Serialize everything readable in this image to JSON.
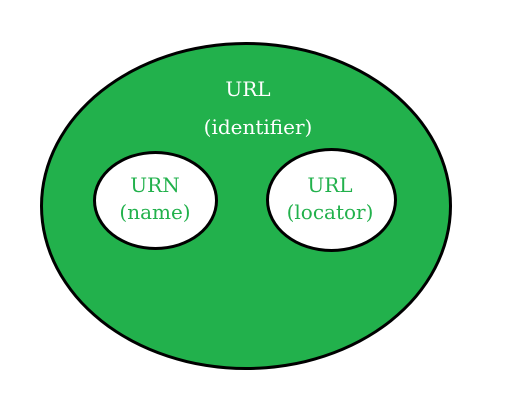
{
  "colors": {
    "outer_fill": "#22b14c",
    "outline": "#000000",
    "inner_fill": "#ffffff",
    "outer_text": "#ffffff",
    "inner_text": "#22b14c"
  },
  "outer": {
    "title": "URL",
    "subtitle": "(identifier)"
  },
  "left": {
    "title": "URN",
    "subtitle": "(name)"
  },
  "right": {
    "title": "URL",
    "subtitle": "(locator)"
  }
}
